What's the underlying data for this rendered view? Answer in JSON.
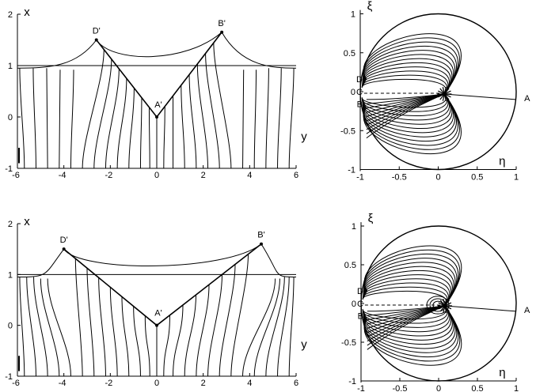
{
  "panels": [
    {
      "id": "top-left",
      "type": "physical-plane",
      "axis_vertical_label": "x",
      "axis_horizontal_label": "y",
      "x_ticks": [
        "-6",
        "-4",
        "-2",
        "0",
        "2",
        "4",
        "6"
      ],
      "y_ticks": [
        "-1",
        "0",
        "1",
        "2"
      ],
      "points": [
        {
          "name": "D'",
          "y": -2.6,
          "x": 1.5
        },
        {
          "name": "B'",
          "y": 2.8,
          "x": 1.65
        },
        {
          "name": "A'",
          "y": 0.0,
          "x": 0.0
        }
      ],
      "free_surface_level": 1.0
    },
    {
      "id": "top-right",
      "type": "disk-plane",
      "axis_vertical_label": "ξ",
      "axis_horizontal_label": "η",
      "x_ticks": [
        "-1",
        "-0.5",
        "0",
        "0.5",
        "1"
      ],
      "y_ticks": [
        "-1",
        "-0.5",
        "0",
        "0.5",
        "1"
      ],
      "points": [
        "D",
        "C",
        "B",
        "A"
      ]
    },
    {
      "id": "bottom-left",
      "type": "physical-plane",
      "axis_vertical_label": "x",
      "axis_horizontal_label": "y",
      "x_ticks": [
        "-6",
        "-4",
        "-2",
        "0",
        "2",
        "4",
        "6"
      ],
      "y_ticks": [
        "-1",
        "0",
        "1",
        "2"
      ],
      "points": [
        {
          "name": "D'",
          "y": -4.0,
          "x": 1.5
        },
        {
          "name": "B'",
          "y": 4.5,
          "x": 1.6
        },
        {
          "name": "A'",
          "y": 0.0,
          "x": 0.0
        }
      ],
      "free_surface_level": 1.0
    },
    {
      "id": "bottom-right",
      "type": "disk-plane",
      "axis_vertical_label": "ξ",
      "axis_horizontal_label": "η",
      "x_ticks": [
        "-1",
        "-0.5",
        "0",
        "0.5",
        "1"
      ],
      "y_ticks": [
        "-1",
        "-0.5",
        "0",
        "0.5",
        "1"
      ],
      "points": [
        "D",
        "C",
        "B",
        "A"
      ]
    }
  ]
}
